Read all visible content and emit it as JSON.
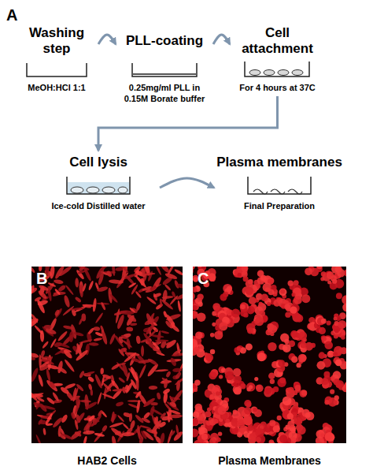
{
  "diagram": {
    "nodes": [
      {
        "text": [
          "Washing step",
          "MeOH:HCl 1:1"
        ]
      },
      {
        "text": [
          "PLL-coating",
          "0.25mg/ml PLL in 0.15M Borate buffer"
        ]
      },
      {
        "text": [
          "Cell attachment",
          "For 4 hours at 37C"
        ]
      },
      {
        "text": [
          "Cell lysis",
          "Ice-cold Distilled water"
        ]
      },
      {
        "text": [
          "Plasma membranes",
          "Final Preparation"
        ]
      },
      {
        "text": [
          "B",
          "HAB2 Cells"
        ]
      },
      {
        "text": [
          "C",
          "Plasma Membranes"
        ]
      }
    ],
    "edges": [
      {
        "from": 0,
        "to": 1,
        "arrow": "to"
      },
      {
        "from": 1,
        "to": 2,
        "arrow": "to"
      },
      {
        "from": 2,
        "to": 3,
        "arrow": "to"
      },
      {
        "from": 3,
        "to": 4,
        "arrow": "to"
      }
    ],
    "labels": [
      "A"
    ]
  }
}
